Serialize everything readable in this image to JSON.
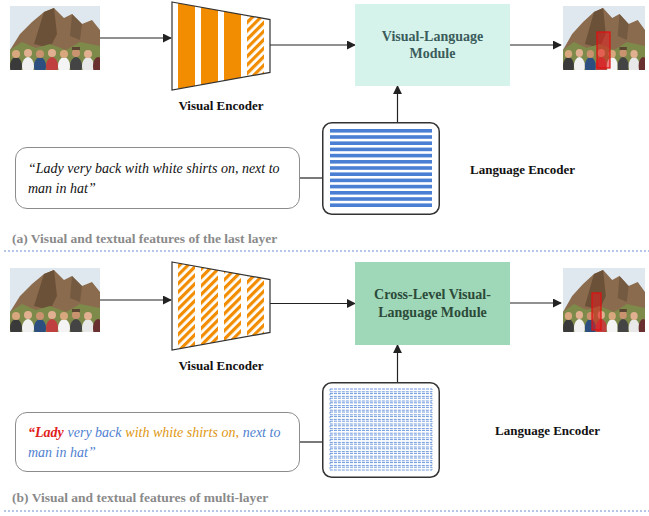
{
  "diagram": {
    "nodes": [
      {
        "text": [
          "Visual Encoder"
        ]
      },
      {
        "text": [
          "Visual-Language Module"
        ]
      },
      {
        "text": [
          "“Lady very back with white shirts on, next to man in hat”"
        ]
      },
      {
        "text": [
          "Language Encoder"
        ]
      },
      {
        "text": [
          "Visual Encoder"
        ]
      },
      {
        "text": [
          "Cross-Level Visual-Language Module"
        ]
      },
      {
        "text": [
          "“Lady",
          "very back",
          "with white shirts on,",
          "next to man in hat”"
        ]
      },
      {
        "text": [
          "Language Encoder"
        ]
      }
    ],
    "edges": [
      {
        "from": 0,
        "to": 1,
        "arrow": "to"
      },
      {
        "from": 3,
        "to": 1,
        "arrow": "to"
      },
      {
        "from": 2,
        "to": 3,
        "arrow": "none"
      },
      {
        "from": 4,
        "to": 5,
        "arrow": "to"
      },
      {
        "from": 7,
        "to": 5,
        "arrow": "to"
      },
      {
        "from": 6,
        "to": 7,
        "arrow": "none"
      }
    ],
    "labels": [
      "(a) Visual and textual features of the last layer",
      "(b) Visual and textual features of multi-layer"
    ]
  }
}
